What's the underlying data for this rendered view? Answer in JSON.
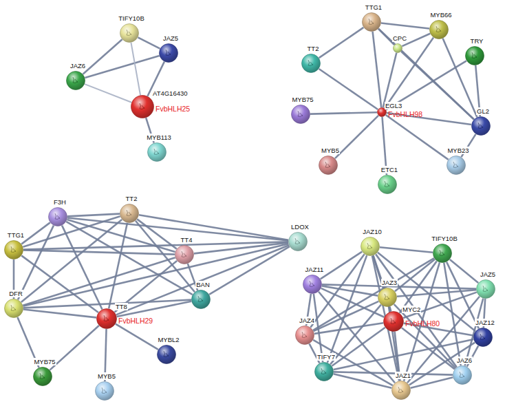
{
  "diagram": {
    "nodes": [
      {
        "text": [
          "TIFY10B"
        ]
      },
      {
        "text": [
          "JAZ5"
        ]
      },
      {
        "text": [
          "JAZ6"
        ]
      },
      {
        "text": [
          "AT4G16430",
          "FvbHLH25"
        ]
      },
      {
        "text": [
          "MYB113"
        ]
      },
      {
        "text": [
          "TTG1"
        ]
      },
      {
        "text": [
          "MYB66"
        ]
      },
      {
        "text": [
          "TT2"
        ]
      },
      {
        "text": [
          "CPC"
        ]
      },
      {
        "text": [
          "TRY"
        ]
      },
      {
        "text": [
          "EGL3",
          "FvbHLH98"
        ]
      },
      {
        "text": [
          "MYB75"
        ]
      },
      {
        "text": [
          "GL2"
        ]
      },
      {
        "text": [
          "MYB5"
        ]
      },
      {
        "text": [
          "MYB23"
        ]
      },
      {
        "text": [
          "ETC1"
        ]
      },
      {
        "text": [
          "F3H"
        ]
      },
      {
        "text": [
          "TT2"
        ]
      },
      {
        "text": [
          "TTG1"
        ]
      },
      {
        "text": [
          "TT4"
        ]
      },
      {
        "text": [
          "LDOX"
        ]
      },
      {
        "text": [
          "DFR"
        ]
      },
      {
        "text": [
          "TT8",
          "FvbHLH29"
        ]
      },
      {
        "text": [
          "BAN"
        ]
      },
      {
        "text": [
          "MYBL2"
        ]
      },
      {
        "text": [
          "MYB75"
        ]
      },
      {
        "text": [
          "MYB5"
        ]
      },
      {
        "text": [
          "JAZ10"
        ]
      },
      {
        "text": [
          "TIFY10B"
        ]
      },
      {
        "text": [
          "JAZ11"
        ]
      },
      {
        "text": [
          "JAZ3"
        ]
      },
      {
        "text": [
          "JAZ5"
        ]
      },
      {
        "text": [
          "MYC2",
          "FvbHLH80"
        ]
      },
      {
        "text": [
          "JAZ4"
        ]
      },
      {
        "text": [
          "JAZ12"
        ]
      },
      {
        "text": [
          "TIFY7"
        ]
      },
      {
        "text": [
          "JAZ1"
        ]
      },
      {
        "text": [
          "JAZ6"
        ]
      }
    ],
    "edges": [
      {
        "from": 0,
        "to": 1,
        "arrow": "none"
      },
      {
        "from": 0,
        "to": 2,
        "arrow": "none"
      },
      {
        "from": 2,
        "to": 1,
        "arrow": "none"
      },
      {
        "from": 0,
        "to": 3,
        "arrow": "none"
      },
      {
        "from": 1,
        "to": 3,
        "arrow": "none"
      },
      {
        "from": 2,
        "to": 3,
        "arrow": "none"
      },
      {
        "from": 3,
        "to": 4,
        "arrow": "none"
      },
      {
        "from": 5,
        "to": 7,
        "arrow": "none"
      },
      {
        "from": 5,
        "to": 8,
        "arrow": "none"
      },
      {
        "from": 5,
        "to": 6,
        "arrow": "none"
      },
      {
        "from": 5,
        "to": 10,
        "arrow": "none"
      },
      {
        "from": 5,
        "to": 12,
        "arrow": "none"
      },
      {
        "from": 7,
        "to": 10,
        "arrow": "none"
      },
      {
        "from": 6,
        "to": 8,
        "arrow": "none"
      },
      {
        "from": 6,
        "to": 10,
        "arrow": "none"
      },
      {
        "from": 6,
        "to": 12,
        "arrow": "none"
      },
      {
        "from": 8,
        "to": 10,
        "arrow": "none"
      },
      {
        "from": 8,
        "to": 12,
        "arrow": "none"
      },
      {
        "from": 9,
        "to": 10,
        "arrow": "none"
      },
      {
        "from": 9,
        "to": 12,
        "arrow": "none"
      },
      {
        "from": 10,
        "to": 11,
        "arrow": "none"
      },
      {
        "from": 10,
        "to": 13,
        "arrow": "none"
      },
      {
        "from": 10,
        "to": 15,
        "arrow": "none"
      },
      {
        "from": 10,
        "to": 12,
        "arrow": "none"
      },
      {
        "from": 10,
        "to": 14,
        "arrow": "none"
      },
      {
        "from": 12,
        "to": 14,
        "arrow": "none"
      },
      {
        "from": 16,
        "to": 17,
        "arrow": "none"
      },
      {
        "from": 16,
        "to": 18,
        "arrow": "none"
      },
      {
        "from": 16,
        "to": 21,
        "arrow": "none"
      },
      {
        "from": 16,
        "to": 19,
        "arrow": "none"
      },
      {
        "from": 16,
        "to": 22,
        "arrow": "none"
      },
      {
        "from": 16,
        "to": 23,
        "arrow": "none"
      },
      {
        "from": 16,
        "to": 20,
        "arrow": "none"
      },
      {
        "from": 17,
        "to": 18,
        "arrow": "none"
      },
      {
        "from": 17,
        "to": 21,
        "arrow": "none"
      },
      {
        "from": 17,
        "to": 19,
        "arrow": "none"
      },
      {
        "from": 17,
        "to": 22,
        "arrow": "none"
      },
      {
        "from": 17,
        "to": 23,
        "arrow": "none"
      },
      {
        "from": 17,
        "to": 20,
        "arrow": "none"
      },
      {
        "from": 18,
        "to": 21,
        "arrow": "none"
      },
      {
        "from": 18,
        "to": 22,
        "arrow": "none"
      },
      {
        "from": 18,
        "to": 19,
        "arrow": "none"
      },
      {
        "from": 18,
        "to": 20,
        "arrow": "none"
      },
      {
        "from": 21,
        "to": 19,
        "arrow": "none"
      },
      {
        "from": 21,
        "to": 22,
        "arrow": "none"
      },
      {
        "from": 21,
        "to": 23,
        "arrow": "none"
      },
      {
        "from": 21,
        "to": 20,
        "arrow": "none"
      },
      {
        "from": 21,
        "to": 25,
        "arrow": "none"
      },
      {
        "from": 19,
        "to": 22,
        "arrow": "none"
      },
      {
        "from": 19,
        "to": 23,
        "arrow": "none"
      },
      {
        "from": 19,
        "to": 20,
        "arrow": "none"
      },
      {
        "from": 22,
        "to": 23,
        "arrow": "none"
      },
      {
        "from": 22,
        "to": 20,
        "arrow": "none"
      },
      {
        "from": 22,
        "to": 24,
        "arrow": "none"
      },
      {
        "from": 22,
        "to": 26,
        "arrow": "none"
      },
      {
        "from": 22,
        "to": 25,
        "arrow": "none"
      },
      {
        "from": 23,
        "to": 20,
        "arrow": "none"
      },
      {
        "from": 32,
        "to": 27,
        "arrow": "none"
      },
      {
        "from": 32,
        "to": 28,
        "arrow": "none"
      },
      {
        "from": 32,
        "to": 29,
        "arrow": "none"
      },
      {
        "from": 32,
        "to": 30,
        "arrow": "none"
      },
      {
        "from": 32,
        "to": 31,
        "arrow": "none"
      },
      {
        "from": 32,
        "to": 33,
        "arrow": "none"
      },
      {
        "from": 32,
        "to": 34,
        "arrow": "none"
      },
      {
        "from": 32,
        "to": 35,
        "arrow": "none"
      },
      {
        "from": 32,
        "to": 36,
        "arrow": "none"
      },
      {
        "from": 32,
        "to": 37,
        "arrow": "none"
      },
      {
        "from": 27,
        "to": 28,
        "arrow": "none"
      },
      {
        "from": 27,
        "to": 29,
        "arrow": "none"
      },
      {
        "from": 27,
        "to": 30,
        "arrow": "none"
      },
      {
        "from": 27,
        "to": 33,
        "arrow": "none"
      },
      {
        "from": 27,
        "to": 35,
        "arrow": "none"
      },
      {
        "from": 27,
        "to": 36,
        "arrow": "none"
      },
      {
        "from": 27,
        "to": 37,
        "arrow": "none"
      },
      {
        "from": 27,
        "to": 34,
        "arrow": "none"
      },
      {
        "from": 28,
        "to": 31,
        "arrow": "none"
      },
      {
        "from": 28,
        "to": 30,
        "arrow": "none"
      },
      {
        "from": 28,
        "to": 34,
        "arrow": "none"
      },
      {
        "from": 28,
        "to": 36,
        "arrow": "none"
      },
      {
        "from": 28,
        "to": 33,
        "arrow": "none"
      },
      {
        "from": 28,
        "to": 37,
        "arrow": "none"
      },
      {
        "from": 29,
        "to": 30,
        "arrow": "none"
      },
      {
        "from": 29,
        "to": 33,
        "arrow": "none"
      },
      {
        "from": 29,
        "to": 35,
        "arrow": "none"
      },
      {
        "from": 29,
        "to": 36,
        "arrow": "none"
      },
      {
        "from": 29,
        "to": 31,
        "arrow": "none"
      },
      {
        "from": 30,
        "to": 33,
        "arrow": "none"
      },
      {
        "from": 30,
        "to": 36,
        "arrow": "none"
      },
      {
        "from": 30,
        "to": 37,
        "arrow": "none"
      },
      {
        "from": 30,
        "to": 31,
        "arrow": "none"
      },
      {
        "from": 30,
        "to": 35,
        "arrow": "none"
      },
      {
        "from": 31,
        "to": 34,
        "arrow": "none"
      },
      {
        "from": 31,
        "to": 37,
        "arrow": "none"
      },
      {
        "from": 31,
        "to": 36,
        "arrow": "none"
      },
      {
        "from": 33,
        "to": 35,
        "arrow": "none"
      },
      {
        "from": 33,
        "to": 36,
        "arrow": "none"
      },
      {
        "from": 34,
        "to": 37,
        "arrow": "none"
      },
      {
        "from": 34,
        "to": 36,
        "arrow": "none"
      },
      {
        "from": 35,
        "to": 36,
        "arrow": "none"
      },
      {
        "from": 35,
        "to": 37,
        "arrow": "none"
      },
      {
        "from": 36,
        "to": 37,
        "arrow": "none"
      },
      {
        "from": 35,
        "to": 34,
        "arrow": "none"
      }
    ]
  }
}
